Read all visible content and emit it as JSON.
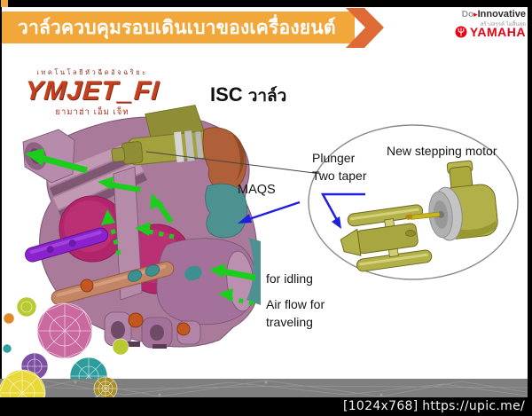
{
  "slide": {
    "banner_title": "วาล์วควบคุมรอบเดินเบาของเครื่องยนต์",
    "isc_title_en": "ISC",
    "isc_title_th": "วาล์ว"
  },
  "brand": {
    "do_label": "Do",
    "innovative_label": "Innovative",
    "innovative_subtitle": "สร้างสรรค์ ไม่สิ้นสุด",
    "yamaha": "YAMAHA",
    "ymjet_tagline": "เทคโนโลยีหัวฉีดอัจฉริยะ",
    "ymjet_name": "YMJET_FI",
    "ymjet_subtitle": "ยามาฮ่า เอ็ม เจ็ท"
  },
  "diagram_labels": {
    "maqs": "MAQS",
    "for_idling": "for idling",
    "air_flow_line1": "Air flow for",
    "air_flow_line2": "traveling",
    "plunger_line1": "Plunger",
    "plunger_line2": "Two taper",
    "stepping_motor": "New stepping motor"
  },
  "footer": {
    "watermark": "[1024x768] https://upic.me/"
  },
  "colors": {
    "banner": "#F2A73B",
    "banner_chevron": "#DE6B36",
    "engine_body": "#AA7A9B",
    "bore_magenta": "#B2256B",
    "shaft_purple": "#8B22CE",
    "pipe_salmon": "#C28565",
    "valve_olive": "#A3A13E",
    "cover_sienna": "#B06038",
    "maqs_teal": "#4E9191",
    "arrow_green": "#1CCE1C",
    "arrow_blue": "#2020DC",
    "yamaha_red": "#E60012"
  }
}
